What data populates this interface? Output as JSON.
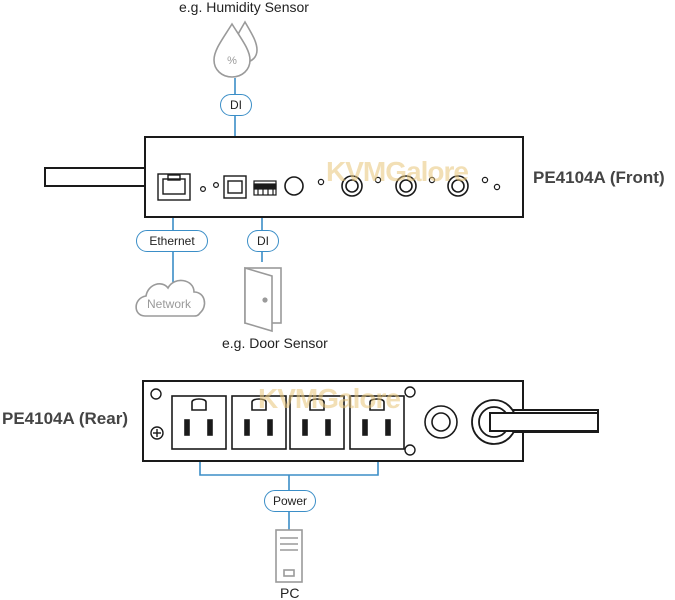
{
  "labels": {
    "humidity_sensor": "e.g. Humidity Sensor",
    "door_sensor": "e.g. Door Sensor",
    "front_title": "PE4104A (Front)",
    "rear_title": "PE4104A (Rear)",
    "pc": "PC",
    "network": "Network"
  },
  "connectors": {
    "di_top": "DI",
    "di_bottom": "DI",
    "ethernet": "Ethernet",
    "power": "Power"
  },
  "watermark": {
    "part1": "KVM",
    "part2": "Galore"
  },
  "colors": {
    "link_line": "#3b8ec7",
    "device_outline": "#1a1a1a",
    "icon_gray": "#9a9a9a",
    "watermark": "#e8c478"
  }
}
